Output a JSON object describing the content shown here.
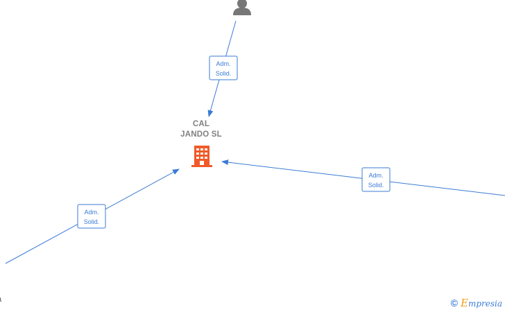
{
  "company": {
    "name_line1": "CAL",
    "name_line2": "JANDO  SL",
    "icon": "building-icon",
    "color": "#f05a28"
  },
  "person_icon": "person-icon",
  "relations": [
    {
      "label_line1": "Adm.",
      "label_line2": "Solid."
    },
    {
      "label_line1": "Adm.",
      "label_line2": "Solid."
    },
    {
      "label_line1": "Adm.",
      "label_line2": "Solid."
    }
  ],
  "cut_text": "a",
  "footer": {
    "copyright_symbol": "©",
    "brand_first": "E",
    "brand_rest": "mpresia"
  },
  "colors": {
    "edge": "#3a7bd5",
    "person": "#777777",
    "text": "#808080"
  }
}
